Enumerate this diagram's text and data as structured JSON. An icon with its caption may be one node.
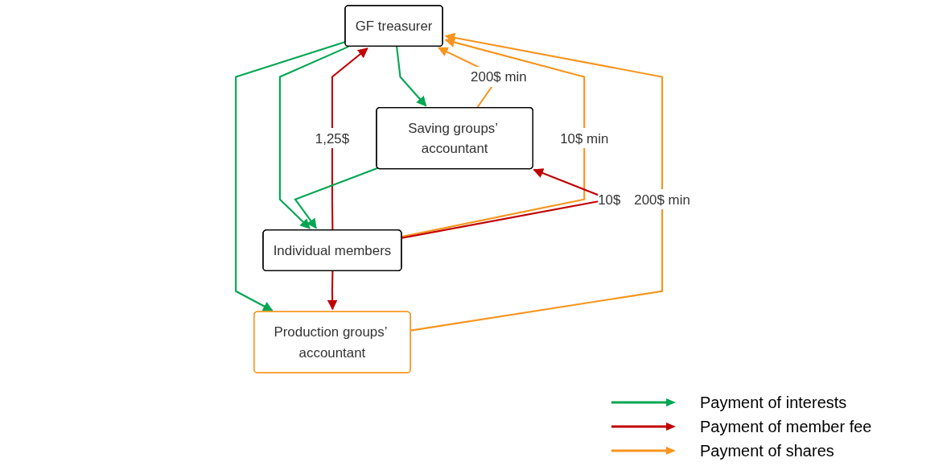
{
  "diagram": {
    "nodes": [
      {
        "text": [
          "GF treasurer"
        ]
      },
      {
        "text": [
          "Production groups’ accountant"
        ]
      },
      {
        "text": [
          "Saving groups’ accountant"
        ]
      },
      {
        "text": [
          "Individual members"
        ]
      }
    ],
    "edges": [
      {
        "from": 0,
        "to": 1,
        "arrow": "to",
        "color": "#00a651"
      },
      {
        "from": 1,
        "to": 0,
        "arrow": "to",
        "label": "200$ min",
        "color": "#f7941d"
      },
      {
        "from": 0,
        "to": 2,
        "arrow": "to",
        "color": "#00a651"
      },
      {
        "from": 2,
        "to": 0,
        "arrow": "to",
        "label": "200$ min",
        "color": "#f7941d"
      },
      {
        "from": 3,
        "to": 0,
        "arrow": "to",
        "label": "1,25$",
        "color": "#c00000"
      },
      {
        "from": 0,
        "to": 3,
        "arrow": "to",
        "color": "#00a651"
      },
      {
        "from": 3,
        "to": 0,
        "arrow": "to",
        "label": "10$ min",
        "color": "#f7941d"
      },
      {
        "from": 3,
        "to": 1,
        "arrow": "to",
        "color": "#c00000"
      },
      {
        "from": 3,
        "to": 2,
        "arrow": "to",
        "label": "10$",
        "color": "#c00000"
      },
      {
        "from": 2,
        "to": 3,
        "arrow": "to",
        "color": "#00a651"
      }
    ],
    "legend": [
      {
        "text": "Payment of interests",
        "color": "#00a651"
      },
      {
        "text": "Payment of member fee",
        "color": "#c00000"
      },
      {
        "text": "Payment of shares",
        "color": "#f7941d"
      }
    ]
  }
}
